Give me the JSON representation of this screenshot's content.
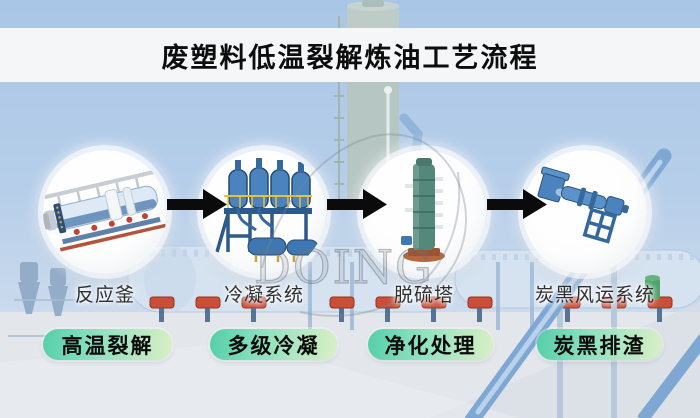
{
  "title": "废塑料低温裂解炼油工艺流程",
  "watermark": "DOING",
  "flow": {
    "connector": "arrow-right-icon",
    "steps": [
      {
        "equipment_label": "反应釜",
        "stage_label": "高温裂解",
        "icon": "rotary-reactor-icon"
      },
      {
        "equipment_label": "冷凝系统",
        "stage_label": "多级冷凝",
        "icon": "condenser-system-icon"
      },
      {
        "equipment_label": "脱硫塔",
        "stage_label": "净化处理",
        "icon": "desulfurization-tower-icon"
      },
      {
        "equipment_label": "炭黑风运系统",
        "stage_label": "炭黑排渣",
        "icon": "carbon-black-air-conveyor-icon"
      }
    ]
  },
  "colors": {
    "sky": "#b4cde8",
    "ground": "#e3e7ec",
    "title_band": "#f5f6f7",
    "title_text": "#0d0d0d",
    "equipment_label_text": "#2f2f2f",
    "stage_pill_gradient_start": "#55cfa9",
    "stage_pill_gradient_end": "#d9efc5",
    "stage_pill_text": "#0c0c0c",
    "arrow": "#0b0b0b",
    "equipment_blue": "#3f7ab8",
    "tower_green": "#b7c6c0",
    "watermark_gray": "#6e7a84"
  }
}
